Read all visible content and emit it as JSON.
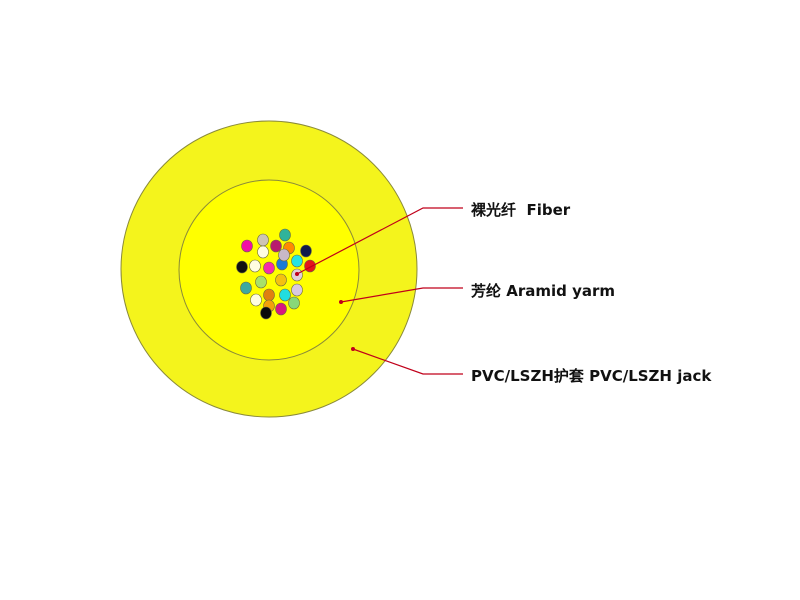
{
  "labels": {
    "fiber": "裸光纤  Fiber",
    "aramid": "芳纶 Aramid yarm",
    "jacket": "PVC/LSZH护套 PVC/LSZH jack"
  },
  "colors": {
    "jacket_fill": "#f4f41c",
    "aramid_fill": "#ffff00",
    "outline": "#8a8a3a",
    "leader": "#c0001a"
  },
  "fibers": [
    "#f20fa6",
    "#cdc4b4",
    "#2fb39a",
    "#fffde0",
    "#b81b6e",
    "#ff8a00",
    "#111b4d",
    "#101010",
    "#fffde0",
    "#f52caa",
    "#1a7ad6",
    "#25e3e3",
    "#e0d0d8",
    "#e4141c",
    "#3da9a0",
    "#a8e06a",
    "#f4c210",
    "#e08010",
    "#22dde0",
    "#d8c8e0",
    "#fffde0",
    "#f2a20a",
    "#d81880",
    "#88d878",
    "#0b0b0b",
    "#c8b8c8"
  ]
}
